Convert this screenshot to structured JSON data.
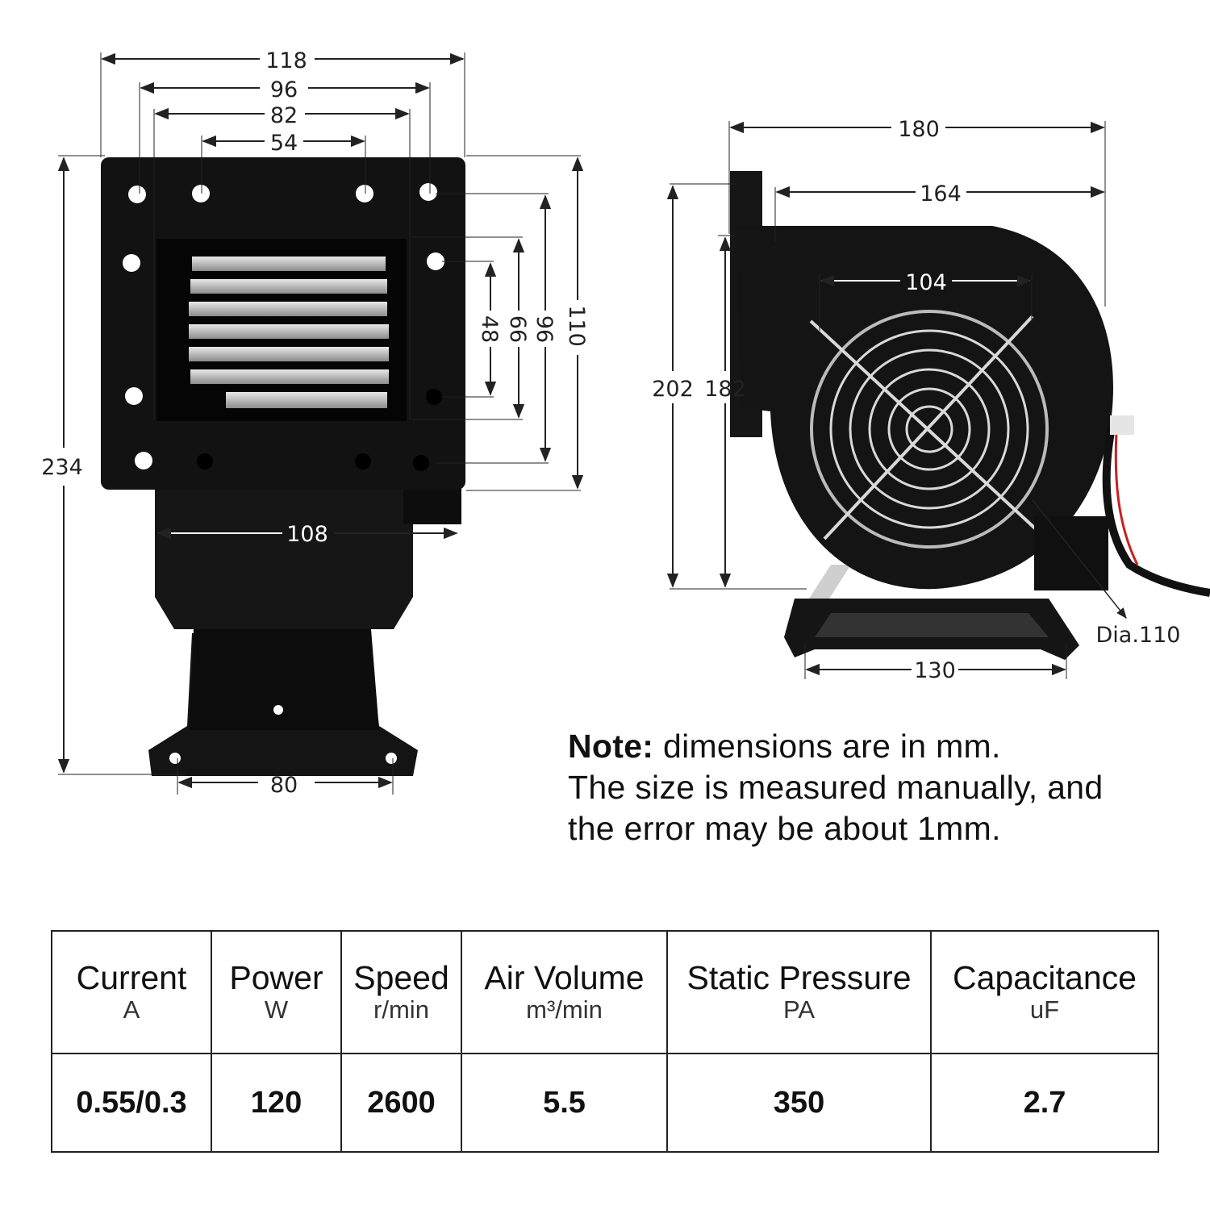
{
  "front_view": {
    "dims": {
      "w118": "118",
      "w96": "96",
      "w82": "82",
      "w54": "54",
      "h234": "234",
      "h110": "110",
      "h96": "96",
      "h66": "66",
      "h48": "48",
      "w108": "108",
      "w80": "80"
    }
  },
  "side_view": {
    "dims": {
      "w180": "180",
      "w164": "164",
      "w104": "104",
      "h202": "202",
      "h182": "182",
      "w130": "130",
      "dia": "Dia.110"
    }
  },
  "note": {
    "label": "Note:",
    "line1": "dimensions are in mm.",
    "line2": "The size is measured manually, and",
    "line3": "the error may be about 1mm."
  },
  "spec_table": {
    "columns": [
      {
        "name": "Current",
        "unit": "A"
      },
      {
        "name": "Power",
        "unit": "W"
      },
      {
        "name": "Speed",
        "unit": "r/min"
      },
      {
        "name": "Air Volume",
        "unit": "m³/min"
      },
      {
        "name": "Static Pressure",
        "unit": "PA"
      },
      {
        "name": "Capacitance",
        "unit": "uF"
      }
    ],
    "values": [
      "0.55/0.3",
      "120",
      "2600",
      "5.5",
      "350",
      "2.7"
    ]
  },
  "colors": {
    "housing": "#111111",
    "grille": "#d9d9d9",
    "dim_line": "#222222"
  }
}
